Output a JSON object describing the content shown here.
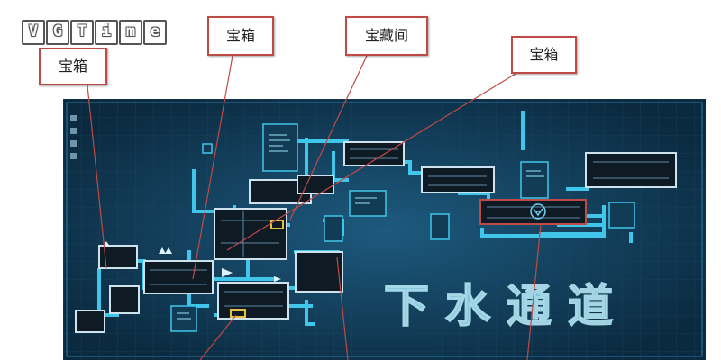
{
  "watermark": {
    "letters": [
      "V",
      "G",
      "T",
      "i",
      "m",
      "e"
    ]
  },
  "callouts": [
    {
      "id": "chest-1",
      "label": "宝箱"
    },
    {
      "id": "chest-2",
      "label": "宝箱"
    },
    {
      "id": "treasure-room",
      "label": "宝藏间"
    },
    {
      "id": "chest-3",
      "label": "宝箱"
    }
  ],
  "map": {
    "area_name": "下水通道",
    "colors": {
      "background": "#0b2a40",
      "grid": "#1a4a66",
      "corridor": "#3fc6ea",
      "room_fill": "#0e1a24",
      "room_border": "#cfe3ee",
      "highlight": "#c04a45",
      "marker": "#e8c040"
    }
  }
}
